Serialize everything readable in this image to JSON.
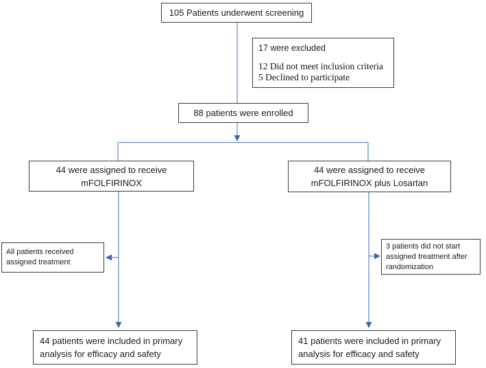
{
  "colors": {
    "connector_line": "#6b8dcd",
    "arrowhead": "#3f63ae",
    "box_border": "#3b3b3b",
    "text": "#1a1a1a",
    "background": "#ffffff"
  },
  "flowchart": {
    "screening": {
      "text": "105 Patients underwent screening"
    },
    "excluded": {
      "title": "17 were excluded",
      "items": [
        "12 Did not meet inclusion criteria",
        "5 Declined to participate"
      ]
    },
    "enrolled": {
      "text": "88 patients were enrolled"
    },
    "arm_left": {
      "lines": [
        "44 were assigned to receive",
        "mFOLFIRINOX"
      ]
    },
    "arm_right": {
      "lines": [
        "44 were assigned to receive",
        "mFOLFIRINOX plus Losartan"
      ]
    },
    "note_left": {
      "lines": [
        "All patients received",
        "assigned treatment"
      ]
    },
    "note_right": {
      "lines": [
        "3 patients did not start",
        "assigned treatment after",
        "randomization"
      ]
    },
    "primary_left": {
      "lines": [
        "44 patients were included in primary",
        "analysis for efficacy and safety"
      ]
    },
    "primary_right": {
      "lines": [
        "41 patients were included in primary",
        "analysis for efficacy and safety"
      ]
    }
  }
}
